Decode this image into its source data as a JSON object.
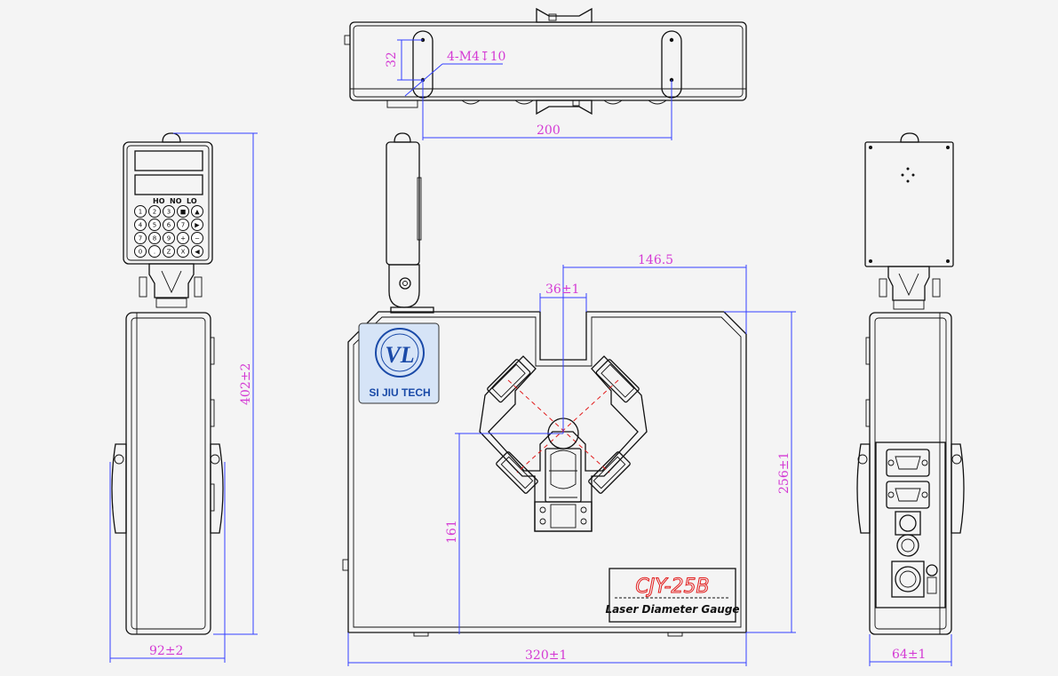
{
  "dimensions": {
    "top_spacing": "32",
    "top_hole_spec": "4-M4↧10",
    "top_width": "200",
    "height": "402±2",
    "side_width": "92±2",
    "offset": "146.5",
    "slot": "36±1",
    "center_height": "161",
    "body_height": "256±1",
    "body_width": "320±1",
    "right_width": "64±1"
  },
  "indicators": [
    "HO",
    "NO",
    "LO"
  ],
  "keypad": [
    "1",
    "2",
    "3",
    "■",
    "▲",
    "4",
    "5",
    "6",
    "7",
    "▶",
    "7",
    "8",
    "9",
    "+",
    "−",
    "0",
    ".",
    "Z",
    "X",
    "◀"
  ],
  "logo": {
    "brand": "SI JIU TECH",
    "mark": "VL"
  },
  "plate": {
    "model": "CJY-25B",
    "subtitle": "Laser Diameter Gauge"
  }
}
